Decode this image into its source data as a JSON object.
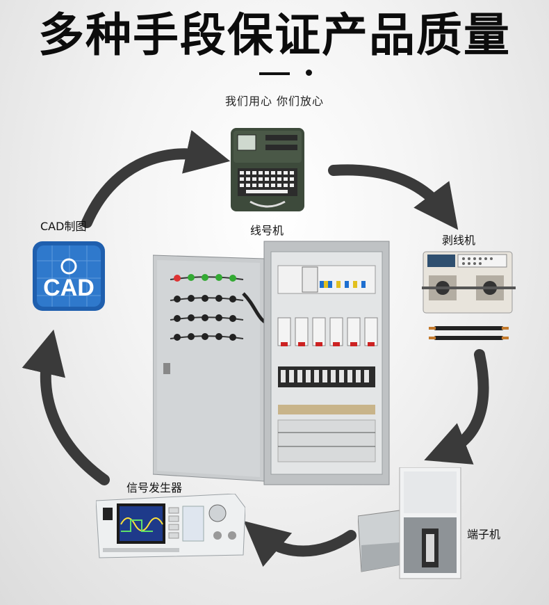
{
  "header": {
    "title": "多种手段保证产品质量",
    "subtitle": "我们用心 你们放心"
  },
  "process": {
    "items": [
      {
        "id": "label-printer",
        "label": "线号机"
      },
      {
        "id": "wire-stripper",
        "label": "剥线机"
      },
      {
        "id": "terminal-machine",
        "label": "端子机"
      },
      {
        "id": "signal-generator",
        "label": "信号发生器"
      },
      {
        "id": "cad-drawing",
        "label": "CAD制图"
      }
    ],
    "center": "electrical-control-cabinet"
  },
  "cad_logo_text": "CAD",
  "colors": {
    "arrow": "#3a3a3a",
    "cad_blue": "#1f5fae",
    "cabinet": "#c9ccce"
  }
}
